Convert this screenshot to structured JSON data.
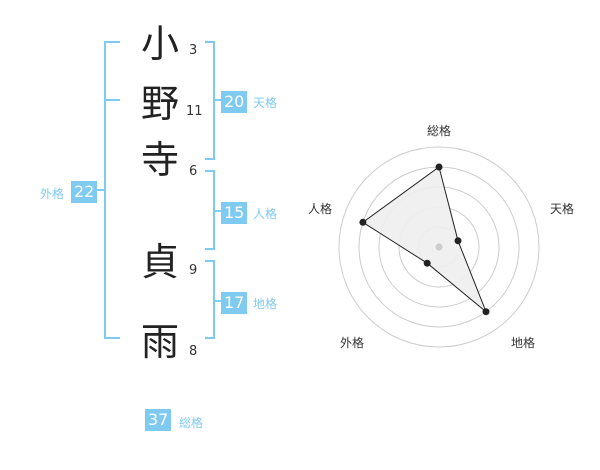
{
  "name": {
    "characters": [
      {
        "char": "小",
        "strokes": "3"
      },
      {
        "char": "野",
        "strokes": "11"
      },
      {
        "char": "寺",
        "strokes": "6"
      },
      {
        "char": "貞",
        "strokes": "9"
      },
      {
        "char": "雨",
        "strokes": "8"
      }
    ]
  },
  "fortunes": {
    "tenkaku": {
      "value": "20",
      "label": "天格"
    },
    "jinkaku": {
      "value": "15",
      "label": "人格"
    },
    "chikaku": {
      "value": "17",
      "label": "地格"
    },
    "gaikaku": {
      "value": "22",
      "label": "外格"
    },
    "soukaku": {
      "value": "37",
      "label": "総格"
    }
  },
  "colors": {
    "accent": "#7fcaf1",
    "text": "#222222",
    "ring": "#cccccc",
    "fill": "#eeeeee"
  },
  "chart_data": {
    "type": "radar",
    "axes": [
      "総格",
      "天格",
      "地格",
      "外格",
      "人格"
    ],
    "values": [
      4,
      1,
      4,
      1,
      4
    ],
    "max": 5,
    "rings": 5
  }
}
